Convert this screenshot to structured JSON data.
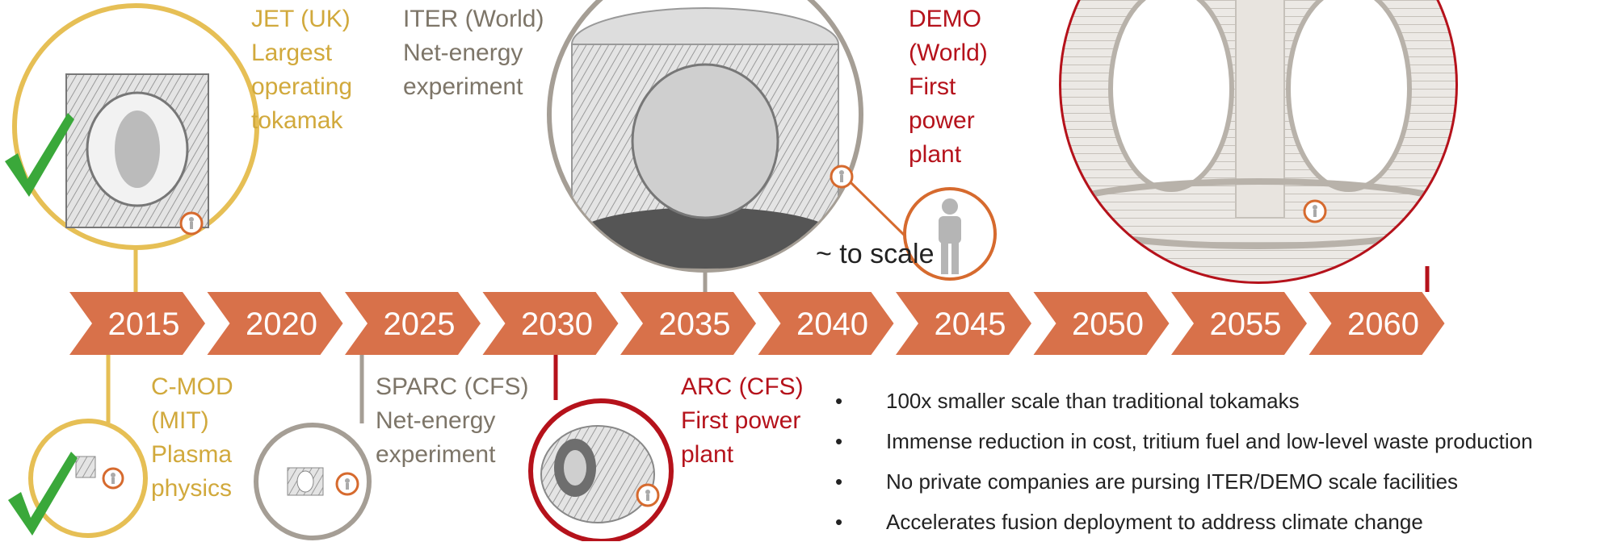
{
  "colors": {
    "chevron": "#d8714a",
    "gold": "#e6bf55",
    "gold_text": "#d1a93c",
    "grey": "#a59e95",
    "grey_text": "#7d7568",
    "red": "#b5121b",
    "check": "#3aa83a",
    "person_marker": "#d66a2e"
  },
  "timeline": {
    "years": [
      "2015",
      "2020",
      "2025",
      "2030",
      "2035",
      "2040",
      "2045",
      "2050",
      "2055",
      "2060"
    ]
  },
  "machines": {
    "jet": {
      "lines": [
        "JET (UK)",
        "Largest",
        "operating",
        "tokamak"
      ],
      "image_icon": "jet-tokamak-render",
      "check": true
    },
    "iter": {
      "lines": [
        "ITER (World)",
        "Net-energy",
        "experiment"
      ],
      "image_icon": "iter-tokamak-render"
    },
    "demo": {
      "lines": [
        "DEMO",
        "(World)",
        "First",
        "power",
        "plant"
      ],
      "image_icon": "demo-tokamak-render"
    },
    "cmod": {
      "lines": [
        "C-MOD",
        "(MIT)",
        "Plasma",
        "physics"
      ],
      "image_icon": "cmod-tokamak-render",
      "check": true
    },
    "sparc": {
      "lines": [
        "SPARC (CFS)",
        "Net-energy",
        "experiment"
      ],
      "image_icon": "sparc-tokamak-render"
    },
    "arc": {
      "lines": [
        "ARC (CFS)",
        "First power",
        "plant"
      ],
      "image_icon": "arc-tokamak-render"
    }
  },
  "scale_note": "~ to scale",
  "bullets": [
    "100x smaller scale than traditional tokamaks",
    "Immense reduction in cost, tritium fuel and low-level waste production",
    "No private companies are pursing ITER/DEMO scale facilities",
    "Accelerates fusion deployment to address climate change"
  ]
}
